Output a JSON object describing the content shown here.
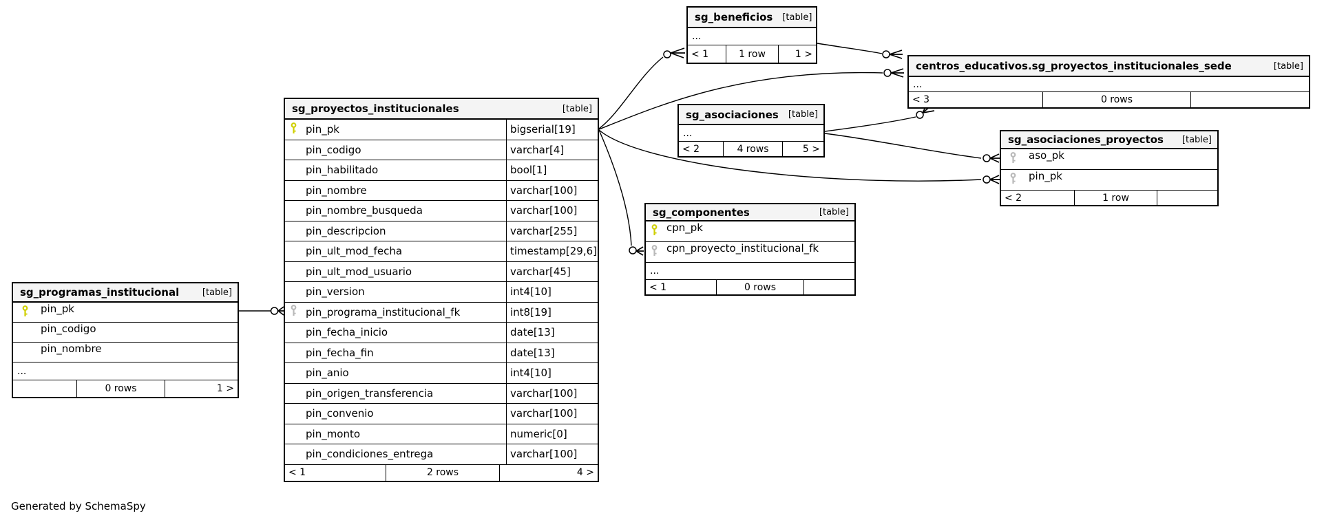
{
  "credit": "Generated by SchemaSpy",
  "colors": {
    "background": "#ffffff",
    "header_bg": "#f4f4f4",
    "border": "#000000",
    "primary_key": "#cfcf00",
    "foreign_key": "#b9b9b9"
  },
  "tables": {
    "programas": {
      "name": "sg_programas_institucional",
      "badge": "[table]",
      "rows": [
        {
          "name": "pin_pk",
          "key": "pk"
        },
        {
          "name": "pin_codigo"
        },
        {
          "name": "pin_nombre"
        }
      ],
      "ellipsis": "...",
      "footer": {
        "left": "",
        "center": "0 rows",
        "right": "1 >"
      }
    },
    "proyectos": {
      "name": "sg_proyectos_institucionales",
      "badge": "[table]",
      "rows": [
        {
          "name": "pin_pk",
          "type": "bigserial[19]",
          "key": "pk"
        },
        {
          "name": "pin_codigo",
          "type": "varchar[4]"
        },
        {
          "name": "pin_habilitado",
          "type": "bool[1]"
        },
        {
          "name": "pin_nombre",
          "type": "varchar[100]"
        },
        {
          "name": "pin_nombre_busqueda",
          "type": "varchar[100]"
        },
        {
          "name": "pin_descripcion",
          "type": "varchar[255]"
        },
        {
          "name": "pin_ult_mod_fecha",
          "type": "timestamp[29,6]"
        },
        {
          "name": "pin_ult_mod_usuario",
          "type": "varchar[45]"
        },
        {
          "name": "pin_version",
          "type": "int4[10]"
        },
        {
          "name": "pin_programa_institucional_fk",
          "type": "int8[19]",
          "key": "fk"
        },
        {
          "name": "pin_fecha_inicio",
          "type": "date[13]"
        },
        {
          "name": "pin_fecha_fin",
          "type": "date[13]"
        },
        {
          "name": "pin_anio",
          "type": "int4[10]"
        },
        {
          "name": "pin_origen_transferencia",
          "type": "varchar[100]"
        },
        {
          "name": "pin_convenio",
          "type": "varchar[100]"
        },
        {
          "name": "pin_monto",
          "type": "numeric[0]"
        },
        {
          "name": "pin_condiciones_entrega",
          "type": "varchar[100]"
        }
      ],
      "footer": {
        "left": "< 1",
        "center": "2 rows",
        "right": "4 >"
      }
    },
    "beneficios": {
      "name": "sg_beneficios",
      "badge": "[table]",
      "ellipsis": "...",
      "footer": {
        "left": "< 1",
        "center": "1 row",
        "right": "1 >"
      }
    },
    "sede": {
      "name": "centros_educativos.sg_proyectos_institucionales_sede",
      "badge": "[table]",
      "ellipsis": "...",
      "footer": {
        "left": "< 3",
        "center": "0 rows",
        "right": ""
      }
    },
    "asociaciones": {
      "name": "sg_asociaciones",
      "badge": "[table]",
      "ellipsis": "...",
      "footer": {
        "left": "< 2",
        "center": "4 rows",
        "right": "5 >"
      }
    },
    "asociaciones_proyectos": {
      "name": "sg_asociaciones_proyectos",
      "badge": "[table]",
      "rows": [
        {
          "name": "aso_pk",
          "key": "fk"
        },
        {
          "name": "pin_pk",
          "key": "fk"
        }
      ],
      "footer": {
        "left": "< 2",
        "center": "1 row",
        "right": ""
      }
    },
    "componentes": {
      "name": "sg_componentes",
      "badge": "[table]",
      "rows": [
        {
          "name": "cpn_pk",
          "key": "pk"
        },
        {
          "name": "cpn_proyecto_institucional_fk",
          "key": "fk"
        }
      ],
      "ellipsis": "...",
      "footer": {
        "left": "< 1",
        "center": "0 rows",
        "right": ""
      }
    }
  },
  "relationships": [
    {
      "parent": "sg_programas_institucional.pin_pk",
      "child": "sg_proyectos_institucionales.pin_programa_institucional_fk"
    },
    {
      "parent": "sg_proyectos_institucionales.pin_pk",
      "child": "sg_beneficios"
    },
    {
      "parent": "sg_proyectos_institucionales.pin_pk",
      "child": "centros_educativos.sg_proyectos_institucionales_sede"
    },
    {
      "parent": "sg_beneficios",
      "child": "centros_educativos.sg_proyectos_institucionales_sede"
    },
    {
      "parent": "sg_asociaciones",
      "child": "centros_educativos.sg_proyectos_institucionales_sede"
    },
    {
      "parent": "sg_asociaciones",
      "child": "sg_asociaciones_proyectos.aso_pk"
    },
    {
      "parent": "sg_proyectos_institucionales.pin_pk",
      "child": "sg_asociaciones_proyectos.pin_pk"
    },
    {
      "parent": "sg_proyectos_institucionales.pin_pk",
      "child": "sg_componentes.cpn_proyecto_institucional_fk"
    }
  ]
}
